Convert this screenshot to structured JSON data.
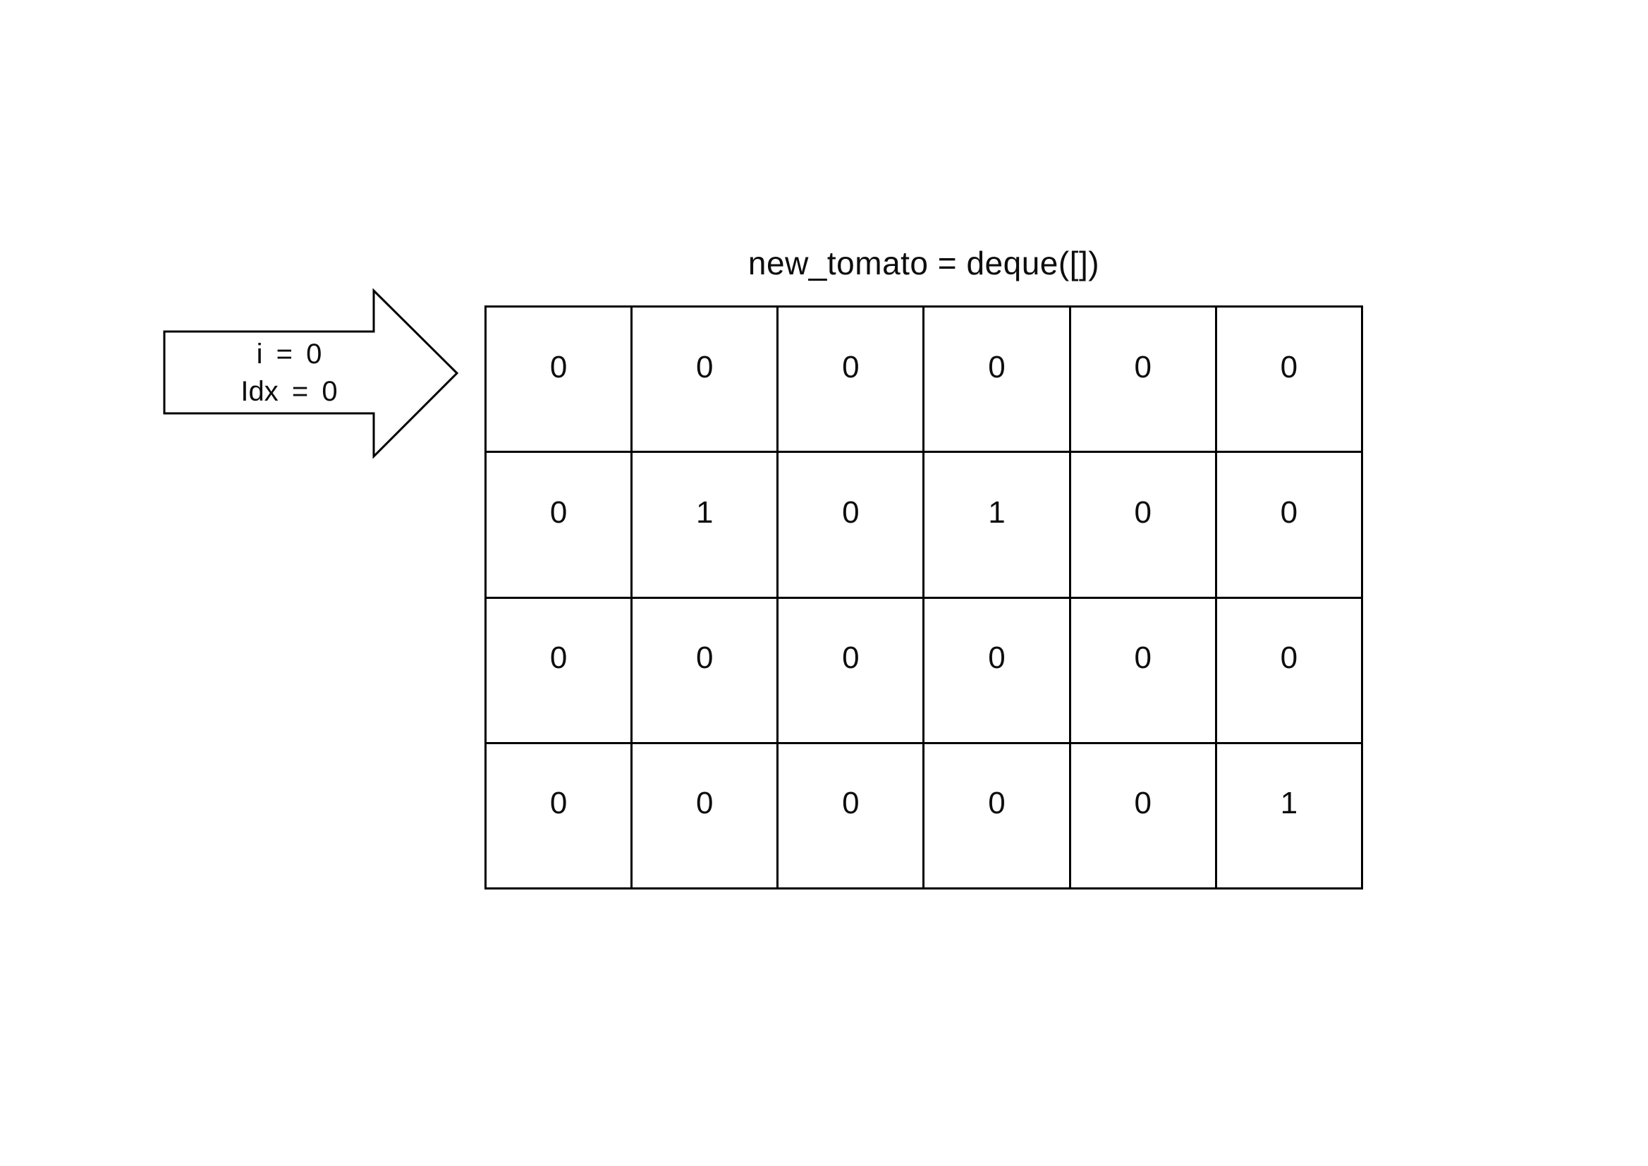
{
  "diagram": {
    "title": "new_tomato = deque([])",
    "arrow": {
      "line1": "i = 0",
      "line2": "Idx = 0"
    },
    "grid": {
      "rows": 4,
      "cols": 6,
      "cells": [
        [
          "0",
          "0",
          "0",
          "0",
          "0",
          "0"
        ],
        [
          "0",
          "1",
          "0",
          "1",
          "0",
          "0"
        ],
        [
          "0",
          "0",
          "0",
          "0",
          "0",
          "0"
        ],
        [
          "0",
          "0",
          "0",
          "0",
          "0",
          "1"
        ]
      ]
    },
    "colors": {
      "background": "#ffffff",
      "stroke": "#000000",
      "text": "#0d0d0d"
    }
  }
}
